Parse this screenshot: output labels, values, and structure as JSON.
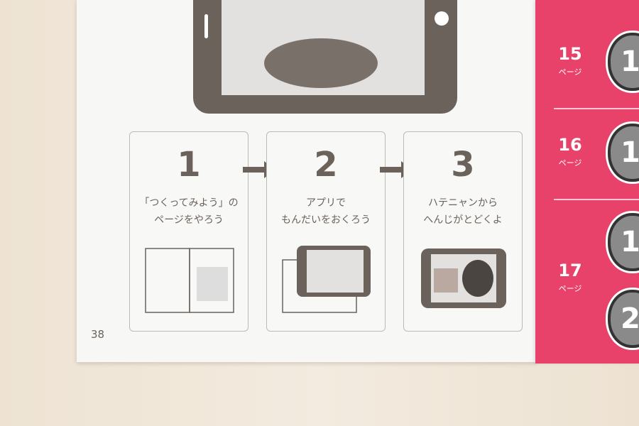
{
  "page_number": "38",
  "steps": [
    {
      "num": "1",
      "line1": "「つくってみよう」の",
      "line2": "ページをやろう"
    },
    {
      "num": "2",
      "line1": "アプリで",
      "line2": "もんだいをおくろう"
    },
    {
      "num": "3",
      "line1": "ハテニャンから",
      "line2": "へんじがとどくよ"
    }
  ],
  "side": [
    {
      "page": "15",
      "unit": "ページ",
      "apple": "1"
    },
    {
      "page": "16",
      "unit": "ページ",
      "apple": "1"
    },
    {
      "page": "17",
      "unit": "ページ",
      "apple": "1"
    },
    {
      "apple": "2"
    }
  ],
  "colors": {
    "accent": "#e8426a",
    "ink": "#6b625c"
  }
}
